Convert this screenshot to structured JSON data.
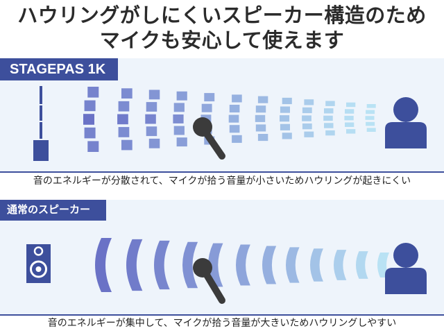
{
  "title_line1": "ハウリングがしにくいスピーカー構造のため",
  "title_line2": "マイクも安心して使えます",
  "section1": {
    "label": "STAGEPAS 1K",
    "caption": "音のエネルギーが分散されて、マイクが拾う音量が小さいためハウリングが起きにくい"
  },
  "section2": {
    "label": "通常のスピーカー",
    "caption": "音のエネルギーが集中して、マイクが拾う音量が大きいためハウリングしやすい"
  },
  "colors": {
    "accent": "#3d4f9c",
    "background_band": "#eef4fb",
    "wave_dark": "#6a72c6",
    "wave_light": "#b9e2f4",
    "mic": "#3b3b3b"
  },
  "icons": [
    "column-speaker-icon",
    "box-speaker-icon",
    "microphone-icon",
    "person-icon",
    "sound-wave-icon"
  ]
}
